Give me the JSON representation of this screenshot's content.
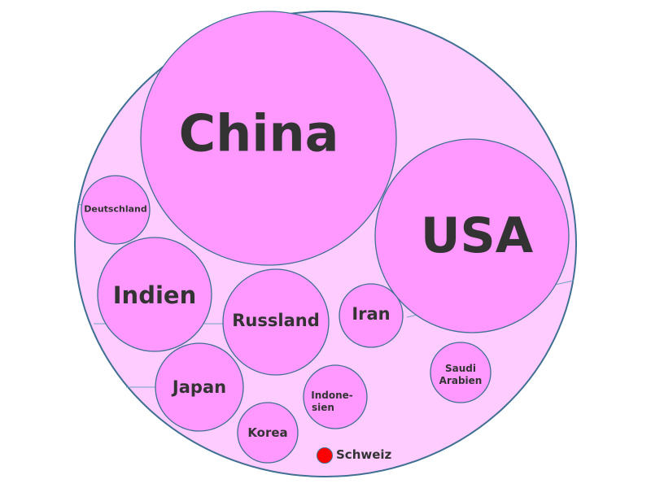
{
  "colors": {
    "outer_fill": "#ffccff",
    "bubble_fill": "#ff99ff",
    "outline": "#3f6f93",
    "text": "#333333",
    "highlight": "#ff0000"
  },
  "bubbles": {
    "china": "China",
    "usa": "USA",
    "deutschland": "Deutschland",
    "indien": "Indien",
    "russland": "Russland",
    "iran": "Iran",
    "japan": "Japan",
    "indonesien_1": "Indone-",
    "indonesien_2": "sien",
    "korea": "Korea",
    "saudi_1": "Saudi",
    "saudi_2": "Arabien",
    "schweiz": "Schweiz"
  }
}
